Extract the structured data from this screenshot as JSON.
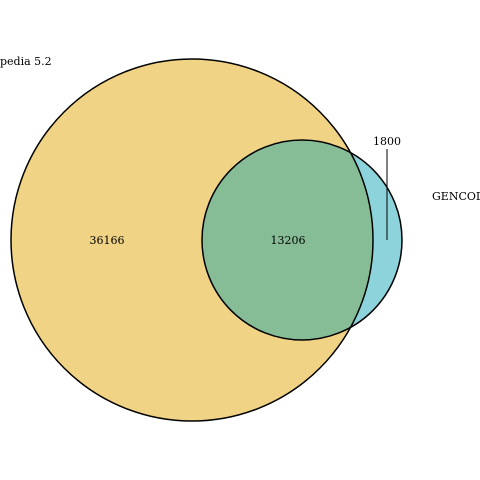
{
  "diagram": {
    "type": "venn",
    "sets": [
      {
        "label": "pedia 5.2",
        "only_count": "36166",
        "fill": "#f0d385",
        "stroke": "#000000"
      },
      {
        "label": "GENCOD",
        "only_count": "1800",
        "fill": "#8dd3dc",
        "stroke": "#000000"
      }
    ],
    "intersection": {
      "count": "13206",
      "fill": "#86bd97"
    }
  }
}
